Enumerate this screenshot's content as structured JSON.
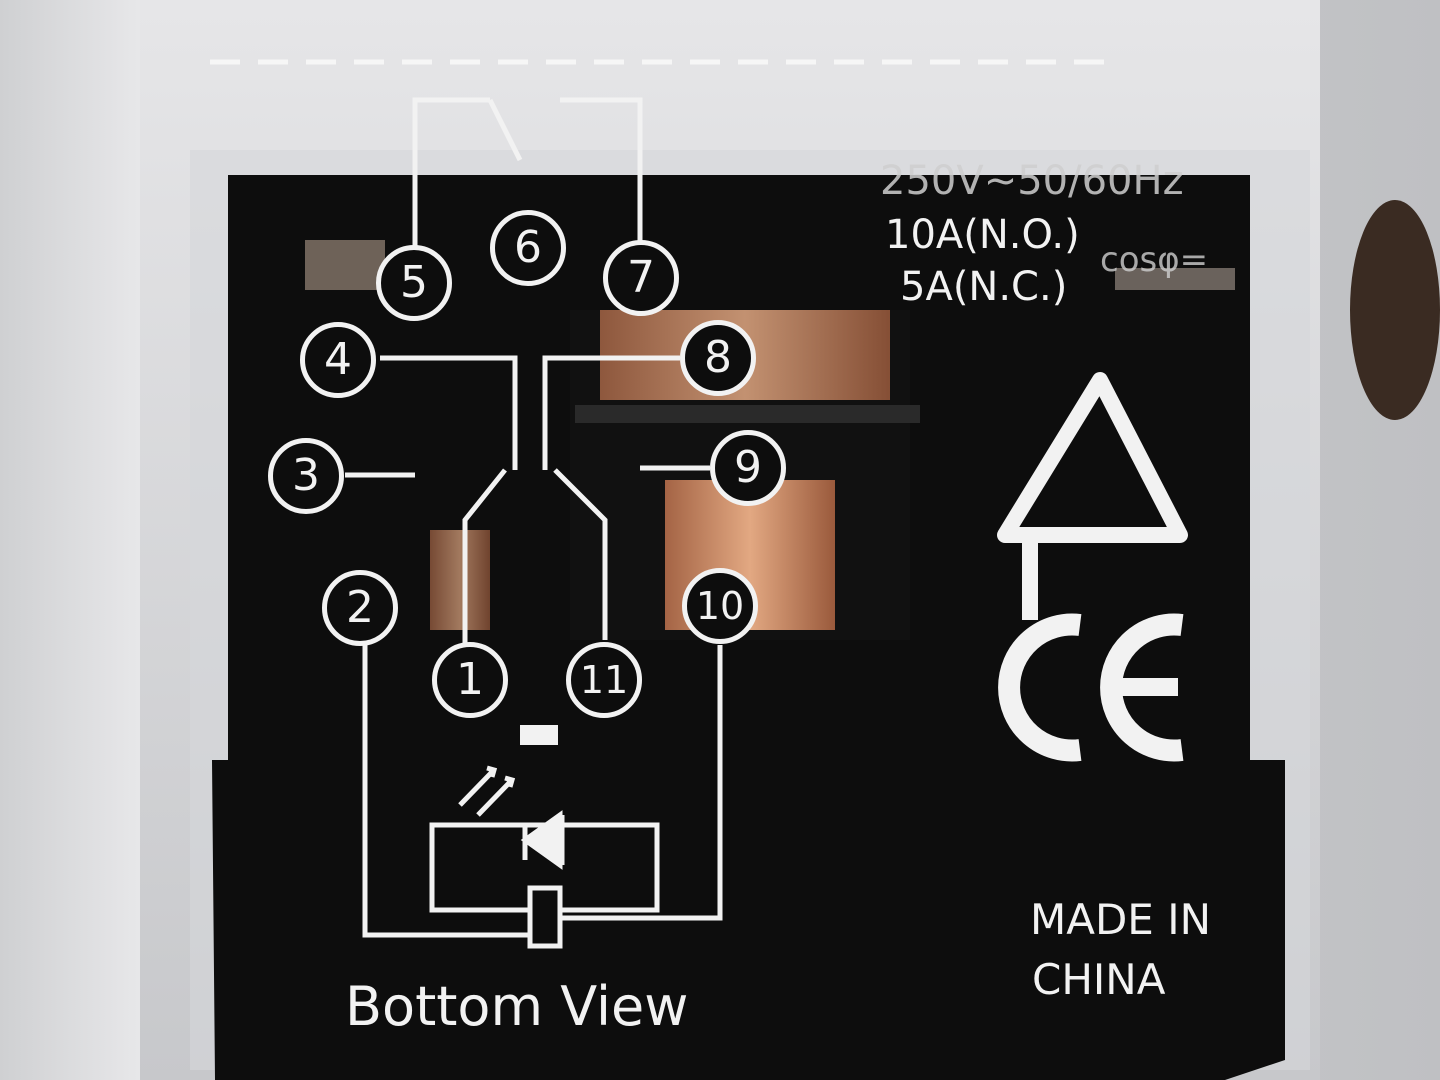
{
  "image": {
    "subject": "relay bottom view label",
    "colors": {
      "housing_background": "#d8d8da",
      "label_panel": "#0d0d0d",
      "marking_white": "#f2f2f2",
      "copper": "#c98a62"
    }
  },
  "ratings": {
    "line1": "250V~50/60Hz",
    "line2": "10A(N.O.)",
    "line3": "5A(N.C.)",
    "extra": "cosφ="
  },
  "pins": [
    "1",
    "2",
    "3",
    "4",
    "5",
    "6",
    "7",
    "8",
    "9",
    "10",
    "11"
  ],
  "markings": {
    "view": "Bottom View",
    "origin_line1": "MADE IN",
    "origin_line2": "CHINA",
    "ce": "CE"
  }
}
